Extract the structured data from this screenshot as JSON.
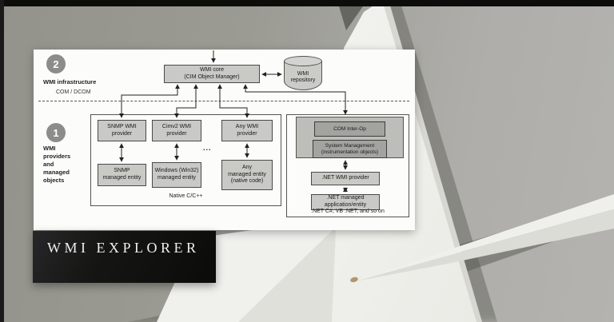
{
  "banner": {
    "title": "WMI EXPLORER"
  },
  "palette": {
    "surface_gray": "#9b9b94",
    "panel_bg": "#fcfcfb",
    "box_fill": "#c9c9c5",
    "dark_box_fill": "#a3a39f",
    "container_fill": "#bdbdb9",
    "badge_fill": "#8c8c88",
    "banner_bg": "#141412"
  },
  "diagram": {
    "infrastructure": {
      "badge": "2",
      "label": "WMI infrastructure"
    },
    "providers_section": {
      "badge": "1",
      "label": "WMI\nproviders\nand\nmanaged\nobjects"
    },
    "com_dcom_label": "COM / DCOM",
    "core": {
      "title": "WMI core\n(CIM Object Manager)"
    },
    "repository": {
      "label": "WMI\nrepository"
    },
    "native_group": {
      "providers": [
        {
          "label": "SNMP WMI\nprovider"
        },
        {
          "label": "Cimv2 WMI\nprovider"
        },
        {
          "label": "Any WMI\nprovider"
        }
      ],
      "ellipsis": "...",
      "entities": [
        {
          "label": "SNMP\nmanaged entity"
        },
        {
          "label": "Windows (Win32)\nmanaged entity"
        },
        {
          "label": "Any\nmanaged entity\n(native code)"
        }
      ],
      "caption": "Native C/C++"
    },
    "dotnet_group": {
      "com_interop": "COM Inter-Op",
      "system_management": "System Management\n(instrumentation objects)",
      "net_provider": ".NET WMI provider",
      "net_managed": ".NET managed\napplication/entity",
      "caption": ".NET C#, VB .NET, and so on"
    }
  }
}
